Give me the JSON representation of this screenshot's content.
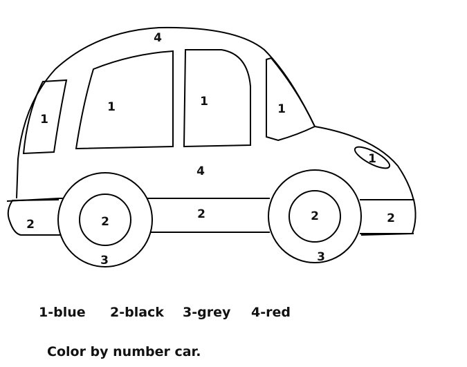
{
  "car_labels": {
    "roof": "4",
    "window_rear": "1",
    "window_back_door": "1",
    "window_front_door": "1",
    "window_front": "1",
    "headlight": "1",
    "body": "4",
    "stripe": "2",
    "bumper_rear": "2",
    "bumper_front": "2",
    "hub_rear": "2",
    "hub_front": "2",
    "tire_rear": "3",
    "tire_front": "3"
  },
  "legend": [
    "1-blue",
    "2-black",
    "3-grey",
    "4-red"
  ],
  "caption": "Color by number car."
}
